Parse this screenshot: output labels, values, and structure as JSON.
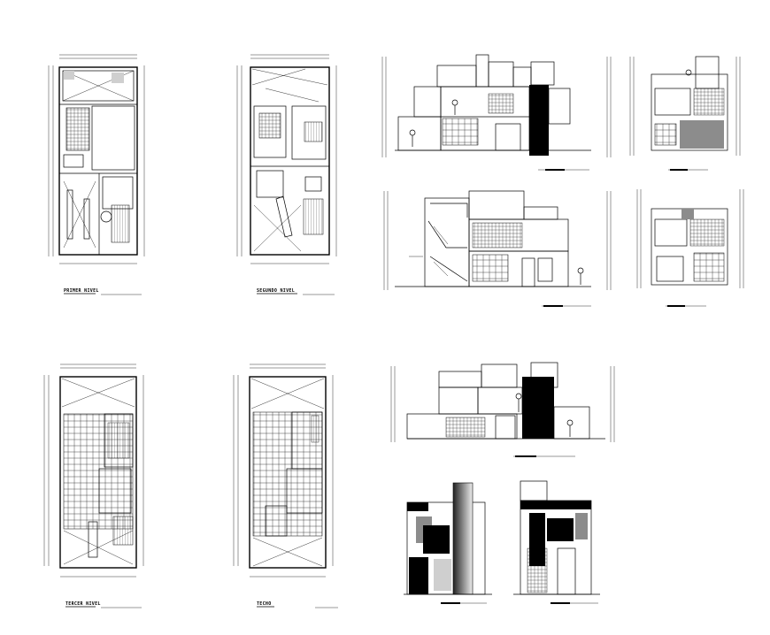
{
  "sheet": {
    "plans": [
      {
        "id": "p1",
        "caption": "PRIMER NIVEL"
      },
      {
        "id": "p2",
        "caption": "SEGUNDO NIVEL"
      },
      {
        "id": "p3",
        "caption": "TERCER NIVEL"
      },
      {
        "id": "p4",
        "caption": "TECHO"
      }
    ],
    "elevations": [
      {
        "id": "e1",
        "caption": ""
      },
      {
        "id": "e2",
        "caption": ""
      },
      {
        "id": "e3",
        "caption": ""
      },
      {
        "id": "e4",
        "caption": ""
      },
      {
        "id": "e5",
        "caption": ""
      },
      {
        "id": "e6",
        "caption": ""
      },
      {
        "id": "e7",
        "caption": ""
      }
    ]
  },
  "colors": {
    "line": "#000000",
    "background": "#ffffff",
    "hatch": "#8c8c8c"
  }
}
